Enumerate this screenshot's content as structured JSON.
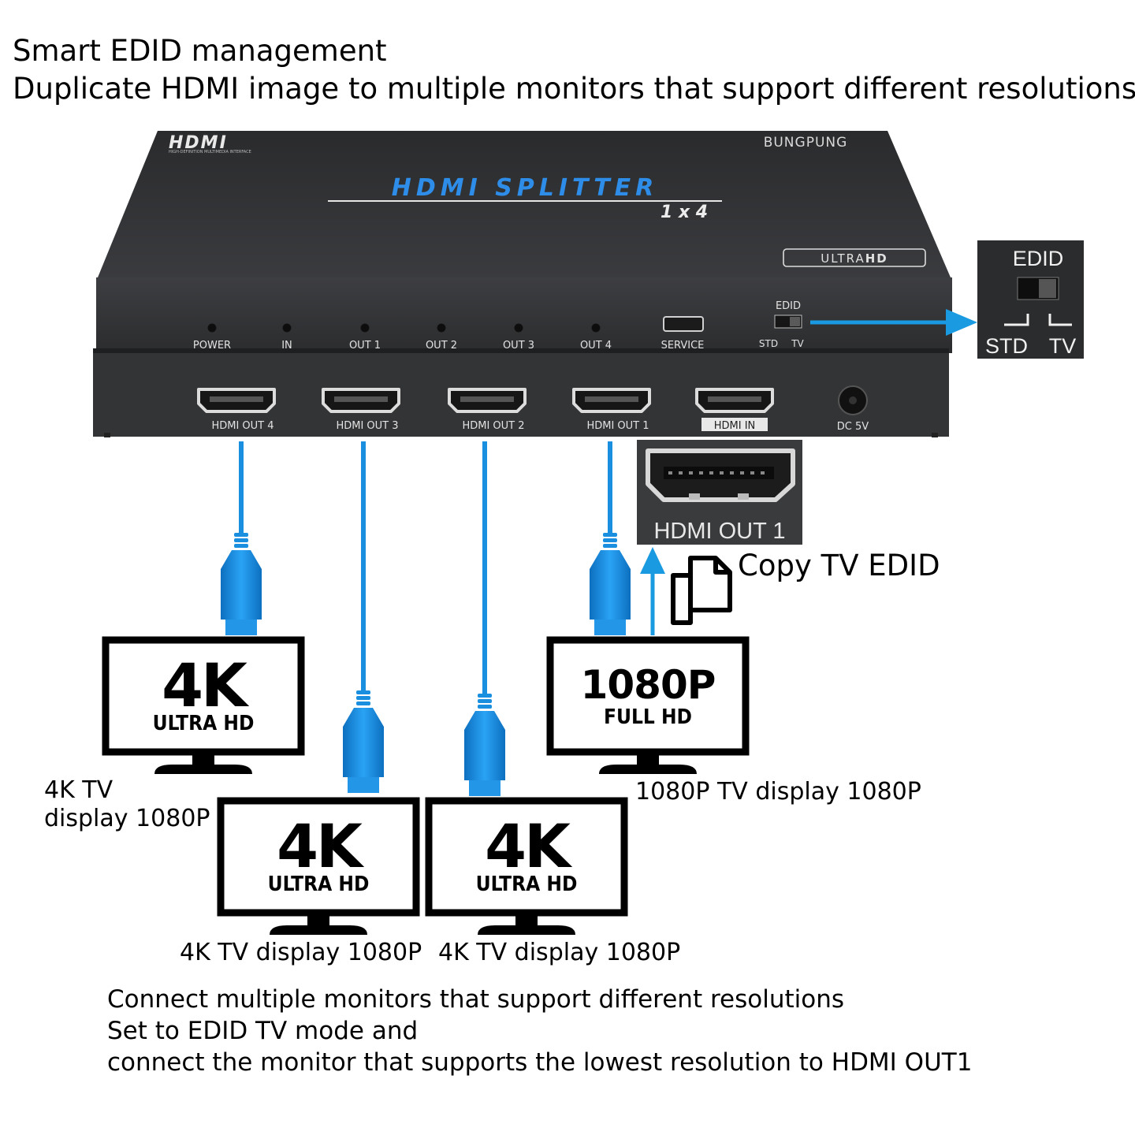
{
  "header": {
    "line1": "Smart EDID management",
    "line2": "Duplicate HDMI image to multiple monitors that support different resolutions"
  },
  "device": {
    "logo": "HDMI",
    "logo_sub": "HIGH-DEFINITION MULTIMEDIA INTERFACE",
    "brand": "BUNGPUNG",
    "title": "HDMI SPLITTER",
    "subtitle": "1 x 4",
    "badge_prefix": "ULTRA",
    "badge_suffix": "HD",
    "leds": [
      "POWER",
      "IN",
      "OUT 1",
      "OUT 2",
      "OUT 3",
      "OUT 4"
    ],
    "service": "SERVICE",
    "edid": "EDID",
    "edid_std": "STD",
    "edid_tv": "TV",
    "ports": [
      "HDMI OUT 4",
      "HDMI OUT 3",
      "HDMI OUT 2",
      "HDMI OUT 1",
      "HDMI IN"
    ],
    "dc": "DC 5V"
  },
  "edid_zoom": {
    "title": "EDID",
    "std": "STD",
    "tv": "TV"
  },
  "port_zoom": {
    "label": "HDMI OUT 1"
  },
  "copy_label": "Copy TV EDID",
  "monitors": [
    {
      "big": "4K",
      "small": "ULTRA HD"
    },
    {
      "big": "4K",
      "small": "ULTRA HD"
    },
    {
      "big": "4K",
      "small": "ULTRA HD"
    },
    {
      "big": "1080P",
      "small": "FULL HD"
    }
  ],
  "captions": {
    "m1_line1": "4K TV",
    "m1_line2": "display 1080P",
    "m2": "4K TV display 1080P",
    "m3": "4K TV display 1080P",
    "m4": "1080P TV display 1080P"
  },
  "footer": {
    "line1": "Connect multiple monitors that support different resolutions",
    "line2": "Set to EDID TV mode and",
    "line3": "connect the monitor that supports the lowest resolution to HDMI OUT1"
  },
  "colors": {
    "cable": "#1a8fe0",
    "arrow": "#1a9ae0",
    "device": "#2e2f31",
    "title_blue": "#2d8de8"
  }
}
